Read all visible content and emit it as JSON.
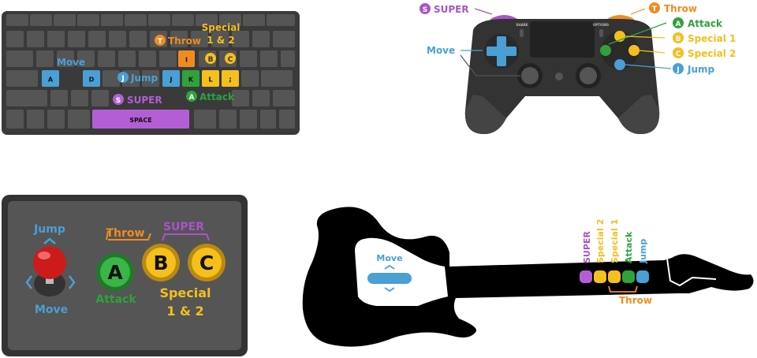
{
  "colors": {
    "super": "#a855c8",
    "throw": "#f08c1e",
    "attack": "#2fa23a",
    "special": "#f5bf1d",
    "jump": "#4a9fd4",
    "move": "#4a9fd4"
  },
  "keyboard": {
    "keys": {
      "i": "I",
      "a": "A",
      "d": "D",
      "j": "J",
      "k": "K",
      "l": "L",
      "semicolon": ";",
      "space": "SPACE"
    },
    "labels": {
      "special_line1": "Special",
      "special_line2": "1 & 2",
      "throw": "Throw",
      "move": "Move",
      "jump": "Jump",
      "super": "SUPER",
      "attack": "Attack"
    },
    "badges": {
      "throw": "T",
      "special1": "B",
      "special2": "C",
      "jump": "J",
      "super": "S",
      "attack": "A"
    }
  },
  "gamepad": {
    "labels": {
      "super": "SUPER",
      "move": "Move",
      "throw": "Throw",
      "attack": "Attack",
      "special1": "Special 1",
      "special2": "Special 2",
      "jump": "Jump"
    },
    "badges": {
      "super": "S",
      "throw": "T",
      "attack": "A",
      "special1": "B",
      "special2": "C",
      "jump": "J"
    },
    "small_text": {
      "share": "SHARE",
      "options": "OPTIONS"
    }
  },
  "arcade": {
    "labels": {
      "jump": "Jump",
      "move": "Move",
      "throw": "Throw",
      "super": "SUPER",
      "attack": "Attack",
      "special_line1": "Special",
      "special_line2": "1 & 2"
    },
    "buttons": {
      "a": "A",
      "b": "B",
      "c": "C"
    }
  },
  "guitar": {
    "labels": {
      "move": "Move",
      "throw": "Throw"
    },
    "frets": [
      "SUPER",
      "Special 2",
      "Special 1",
      "Attack",
      "Jump"
    ]
  }
}
